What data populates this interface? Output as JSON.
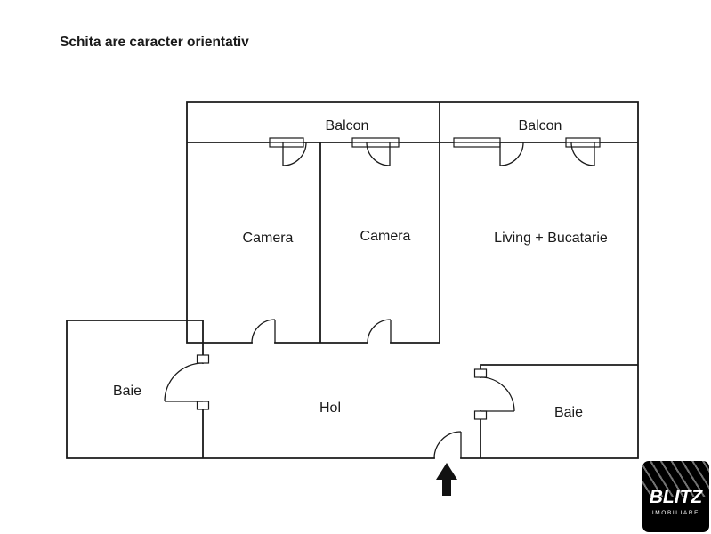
{
  "page": {
    "disclaimer": "Schita are caracter orientativ"
  },
  "rooms": {
    "balcon_left": "Balcon",
    "balcon_right": "Balcon",
    "camera_left": "Camera",
    "camera_right": "Camera",
    "living": "Living + Bucatarie",
    "baie_left": "Baie",
    "hol": "Hol",
    "baie_right": "Baie"
  },
  "logo": {
    "brand": "BLITZ",
    "subtitle": "IMOBILIARE"
  },
  "colors": {
    "background": "#ffffff",
    "wall": "#1a1a1a",
    "text": "#1a1a1a",
    "arrow": "#111111",
    "logo_background": "#000000",
    "logo_text": "#ffffff",
    "logo_stripes": "#8f8f8f"
  }
}
